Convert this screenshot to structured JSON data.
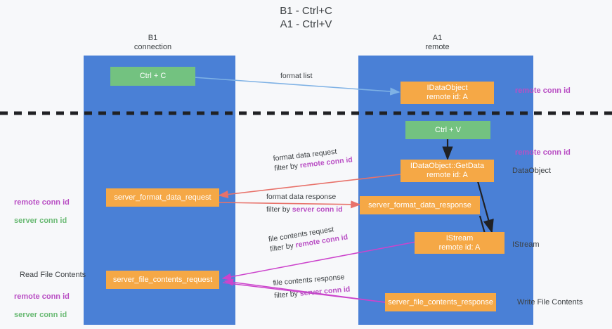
{
  "title": "B1 - Ctrl+C\nA1 - Ctrl+V",
  "columns": {
    "left": {
      "header": "B1\nconnection"
    },
    "right": {
      "header": "A1\nremote"
    }
  },
  "boxes": {
    "ctrl_c": "Ctrl + C",
    "ctrl_v": "Ctrl + V",
    "idataobject": "IDataObject\nremote id: A",
    "idataobject_getdata": "IDataObject::GetData\nremote id: A",
    "istream": "IStream\nremote id: A",
    "server_format_data_request": "server_format_data_request",
    "server_format_data_response": "server_format_data_response",
    "server_file_contents_request": "server_file_contents_request",
    "server_file_contents_response": "server_file_contents_response"
  },
  "annotations": {
    "right_remote_conn_id_top": "remote conn id",
    "right_remote_conn_id_mid": "remote conn id",
    "right_dataobject": "DataObject",
    "right_istream": "IStream",
    "right_write_file_contents": "Write File Contents",
    "left_conn_ids_mid": {
      "remote": "remote conn id",
      "server": "server conn id"
    },
    "left_read_file_contents": "Read File Contents",
    "left_conn_ids_bottom": {
      "remote": "remote conn id",
      "server": "server conn id"
    }
  },
  "edges": {
    "format_list": "format list",
    "format_data_request": "format data request",
    "format_data_request_filter_prefix": "filter by ",
    "format_data_request_filter_key": "remote conn id",
    "format_data_response": "format data response",
    "format_data_response_filter_prefix": "filter by ",
    "format_data_response_filter_key": "server conn id",
    "file_contents_request": "file contents request",
    "file_contents_request_filter_prefix": "filter by ",
    "file_contents_request_filter_key": "remote conn id",
    "file_contents_response": "file contents response",
    "file_contents_response_filter_prefix": "filter by ",
    "file_contents_response_filter_key": "server conn id"
  },
  "colors": {
    "column": "#4a80d6",
    "orange": "#f5a846",
    "green": "#73c280",
    "purple": "#b94fc4",
    "green_text": "#6aba74",
    "arrow_blue": "#7fb2e5",
    "arrow_red": "#e8726a",
    "arrow_black": "#202124",
    "arrow_magenta": "#cc44cc",
    "background": "#f7f8fa"
  }
}
